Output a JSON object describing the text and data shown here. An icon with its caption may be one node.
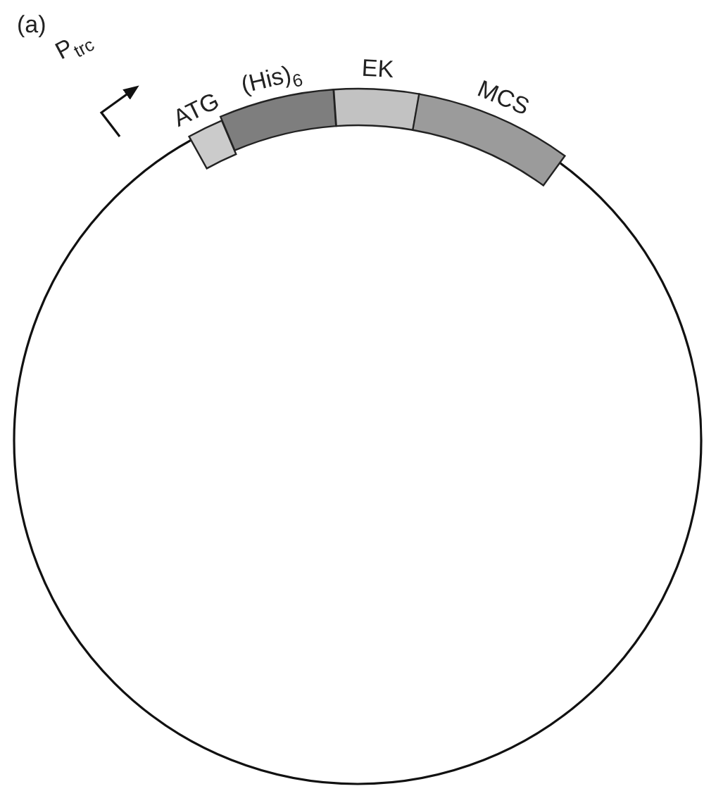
{
  "diagram": {
    "nodes": [
      {
        "text": [
          "ATG"
        ]
      },
      {
        "text": [
          "(His)$_{6}$"
        ]
      },
      {
        "text": [
          "EK"
        ]
      },
      {
        "text": [
          "MCS"
        ]
      }
    ],
    "labels": [
      "(a)",
      "P$_{trc}$"
    ]
  }
}
